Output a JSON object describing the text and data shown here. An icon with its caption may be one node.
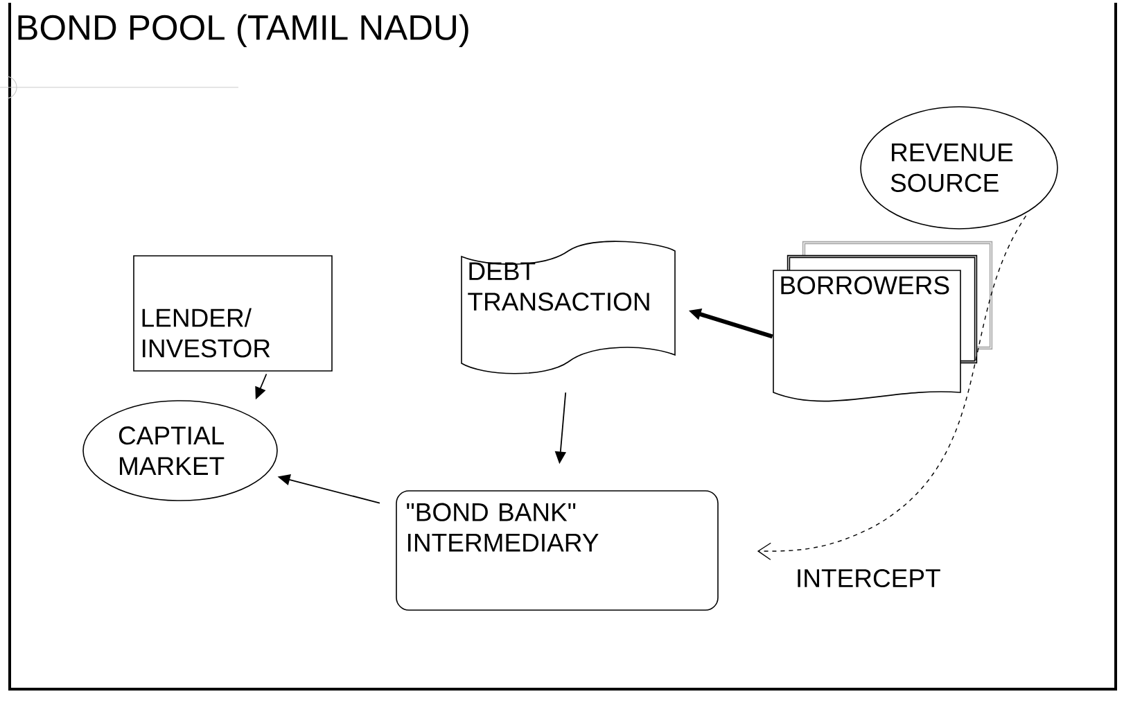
{
  "diagram": {
    "title": "BOND POOL (TAMIL NADU)",
    "nodes": [
      {
        "text": [
          "LENDER/ INVESTOR"
        ]
      },
      {
        "text": [
          "CAPTIAL MARKET"
        ]
      },
      {
        "text": [
          "DEBT TRANSACTION"
        ]
      },
      {
        "text": [
          "BORROWERS"
        ]
      },
      {
        "text": [
          "REVENUE SOURCE"
        ]
      },
      {
        "text": [
          "\"BOND BANK\" INTERMEDIARY"
        ]
      }
    ],
    "edges": [
      {
        "from": 3,
        "to": 2,
        "arrow": "to",
        "style": "thick"
      },
      {
        "from": 2,
        "to": 5,
        "arrow": "to"
      },
      {
        "from": 0,
        "to": 1,
        "arrow": "to"
      },
      {
        "from": 5,
        "to": 1,
        "arrow": "to"
      },
      {
        "from": 4,
        "to": 5,
        "arrow": "to",
        "style": "dashed",
        "label": "INTERCEPT"
      }
    ]
  }
}
